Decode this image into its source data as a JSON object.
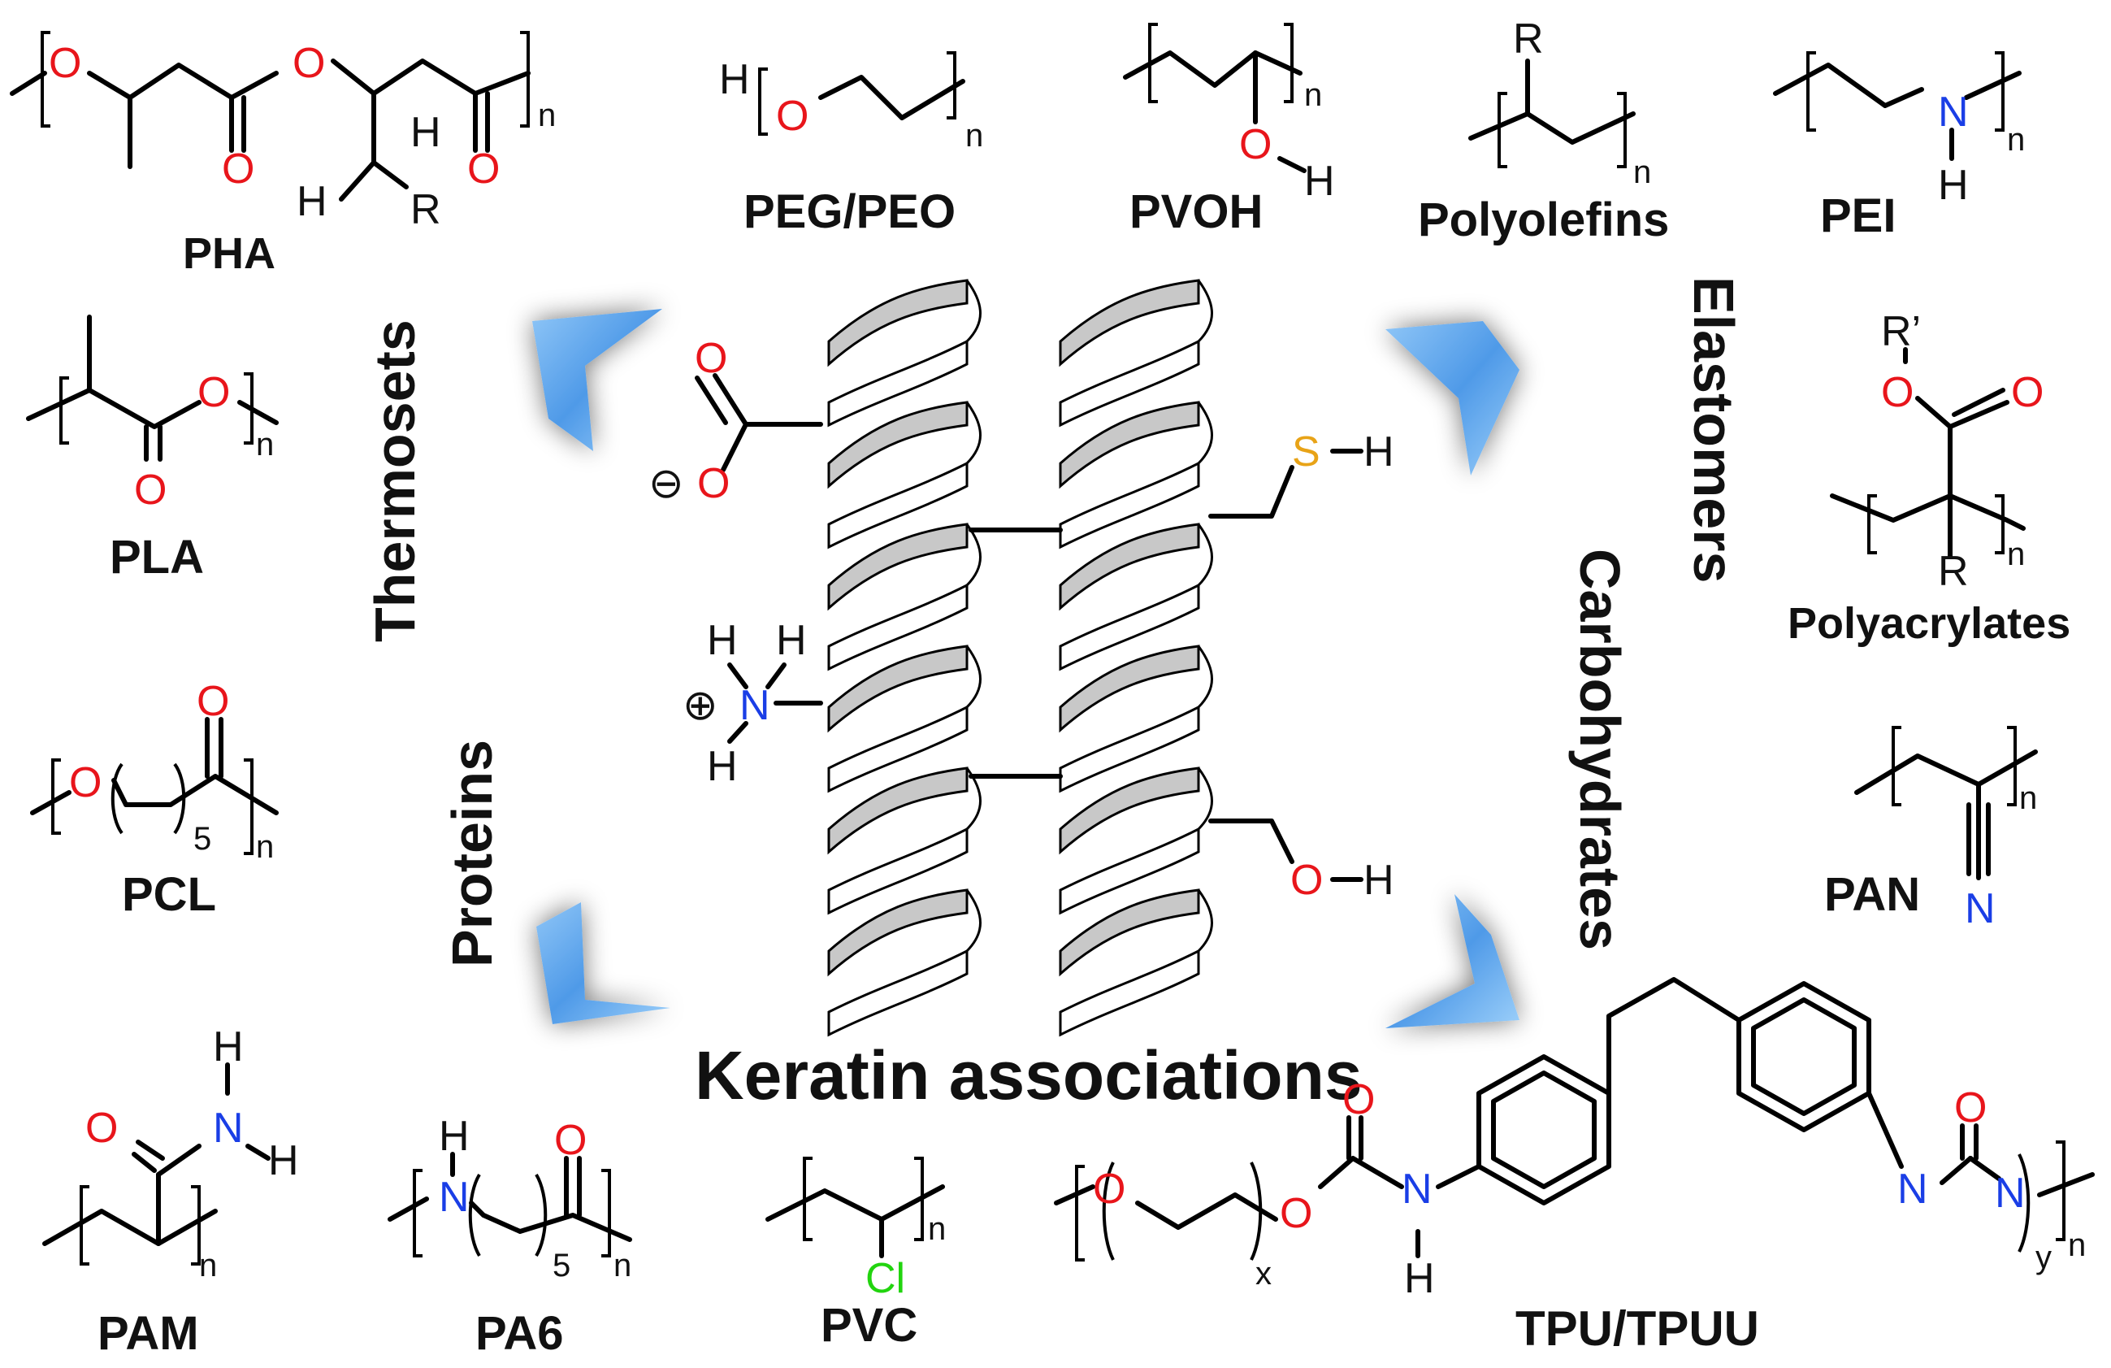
{
  "center": {
    "title": "Keratin associations"
  },
  "categories": {
    "thermosets": "Thermosets",
    "elastomers": "Elastomers",
    "proteins": "Proteins",
    "carbohydrates": "Carbohydrates"
  },
  "polymers": {
    "pha": "PHA",
    "peg": "PEG/PEO",
    "pvoh": "PVOH",
    "polyolefins": "Polyolefins",
    "pei": "PEI",
    "pla": "PLA",
    "polyacrylates": "Polyacrylates",
    "pcl": "PCL",
    "pan": "PAN",
    "pam": "PAM",
    "pa6": "PA6",
    "pvc": "PVC",
    "tpu": "TPU/TPUU"
  },
  "atoms": {
    "O": "O",
    "N": "N",
    "H": "H",
    "S": "S",
    "Cl": "Cl",
    "R": "R",
    "Rp": "R’",
    "n": "n",
    "five": "5",
    "x": "x",
    "y": "y",
    "minus": "⊖",
    "plus": "⊕"
  },
  "colors": {
    "oxygen": "#e8151b",
    "nitrogen": "#1a3ee6",
    "sulfur": "#e8a317",
    "chlorine": "#22d40f",
    "chevron": "#5aa6ee",
    "helix_fill": "#c8c8c8"
  }
}
